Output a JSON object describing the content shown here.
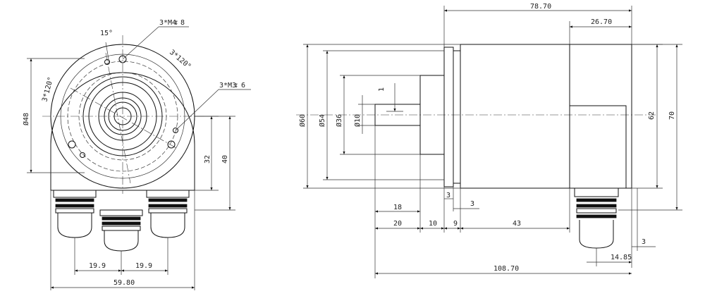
{
  "front_view": {
    "angle_15": "15°",
    "thread_m4": "3*M4",
    "depth_m4": "8",
    "angle_120_right": "3*120°",
    "thread_m3": "3*M3",
    "depth_m3": "6",
    "angle_120_left": "3*120°",
    "dia_48": "Ø48",
    "dim_32": "32",
    "dim_40": "40",
    "dim_19_9_left": "19.9",
    "dim_19_9_right": "19.9",
    "dim_59_80": "59.80"
  },
  "side_view": {
    "dim_78_70": "78.70",
    "dim_26_70": "26.70",
    "dia_60": "Ø60",
    "dia_54": "Ø54",
    "dia_36": "Ø36",
    "dia_10": "Ø10",
    "dim_1": "1",
    "dim_62": "62",
    "dim_70": "70",
    "dim_3_a": "3",
    "dim_3_b": "3",
    "dim_18": "18",
    "dim_20": "20",
    "dim_10": "10",
    "dim_9": "9",
    "dim_43": "43",
    "dim_3_c": "3",
    "dim_14_85": "14.85",
    "dim_108_70": "108.70"
  }
}
